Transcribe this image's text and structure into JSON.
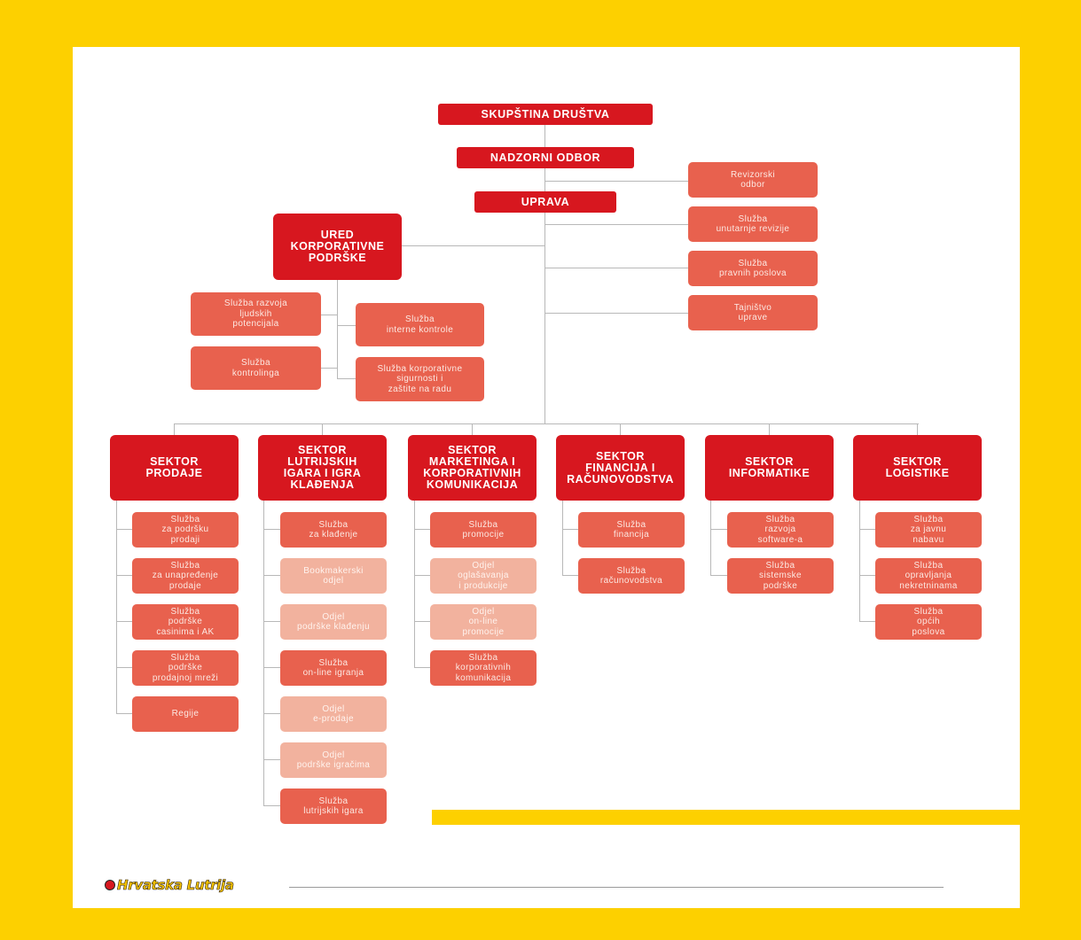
{
  "top": {
    "skupstina": "SKUPŠTINA DRUŠTVA",
    "nadzorni": "NADZORNI ODBOR",
    "uprava": "UPRAVA"
  },
  "right_units": [
    "Revizorski\nodbor",
    "Služba\nunutarnje revizije",
    "Služba\npravnih poslova",
    "Tajništvo\nuprave"
  ],
  "ured": {
    "title": "URED\nKORPORATIVNE\nPODRŠKE",
    "left": [
      "Služba razvoja\nljudskih\npotencijala",
      "Služba\nkontrolinga"
    ],
    "right": [
      "Služba\ninterne kontrole",
      "Služba korporativne\nsigurnosti i\nzaštite na radu"
    ]
  },
  "sectors": [
    {
      "title": "SEKTOR\nPRODAJE",
      "units": [
        "Služba\nza podršku\nprodaji",
        "Služba\nza unapređenje\nprodaje",
        "Služba\npodrške\ncasinima i AK",
        "Služba\npodrške\nprodajnoj mreži",
        "Regije"
      ]
    },
    {
      "title": "SEKTOR\nLUTRIJSKIH\nIGARA I IGRA\nKLAĐENJA",
      "units": [
        "Služba\nza klađenje",
        "Bookmakerski\nodjel",
        "Odjel\npodrške klađenju",
        "Služba\non-line igranja",
        "Odjel\ne-prodaje",
        "Odjel\npodrške igračima",
        "Služba\nlutrijskih igara"
      ]
    },
    {
      "title": "SEKTOR\nMARKETINGA I\nKORPORATIVNIH\nKOMUNIKACIJA",
      "units": [
        "Služba\npromocije",
        "Odjel\noglašavanja\ni produkcije",
        "Odjel\non-line\npromocije",
        "Služba\nkorporativnih\nkomunikacija"
      ]
    },
    {
      "title": "SEKTOR\nFINANCIJA I\nRAČUNOVODSTVA",
      "units": [
        "Služba\nfinancija",
        "Služba\nračunovodstva"
      ]
    },
    {
      "title": "SEKTOR\nINFORMATIKE",
      "units": [
        "Služba\nrazvoja\nsoftware-a",
        "Služba\nsistemske\npodrške"
      ]
    },
    {
      "title": "SEKTOR\nLOGISTIKE",
      "units": [
        "Služba\nza javnu\nnabavu",
        "Služba\nopravljanja\nnekretninama",
        "Služba\nopćih\nposlova"
      ]
    }
  ],
  "footer": {
    "logo": "Hrvatska Lutrija"
  },
  "colors": {
    "frame": "#fdd000",
    "primary_red": "#d7171f",
    "unit_red": "#e8614e",
    "dept_pink": "#f2b29e"
  }
}
